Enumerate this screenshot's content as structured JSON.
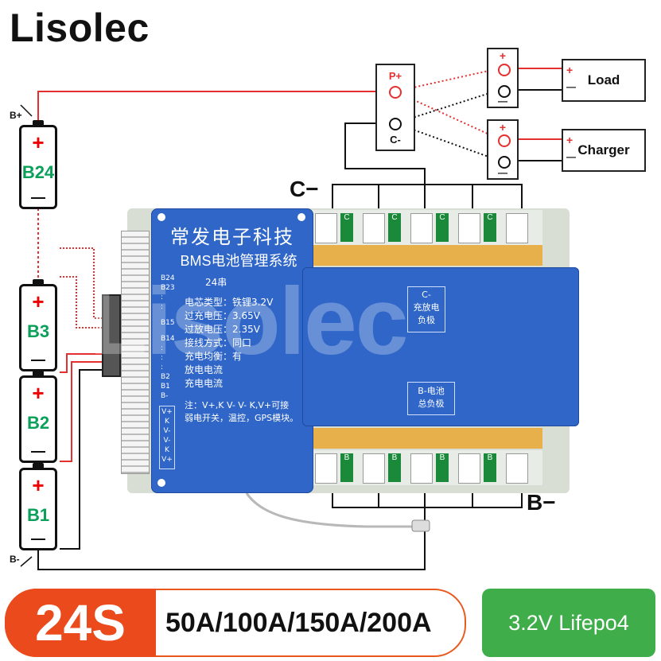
{
  "brand": "Lisolec",
  "cells": {
    "b24": "B24",
    "b3": "B3",
    "b2": "B2",
    "b1": "B1",
    "plus_symbol": "+"
  },
  "pack_labels": {
    "b_plus": "B+",
    "b_minus": "B-"
  },
  "terminals": {
    "p_plus": "P+",
    "c_minus": "C-",
    "plus": "+",
    "minus": "—",
    "load": "Load",
    "charger": "Charger"
  },
  "bus_labels": {
    "c_minus": "C−",
    "b_minus": "B−"
  },
  "board": {
    "company": "常发电子科技",
    "subtitle": "BMS电池管理系统",
    "series": "24串",
    "specs": [
      "电芯类型：铁锂3.2V",
      "过充电压：3.65V",
      "过放电压：2.35V",
      "接线方式：同口",
      "充电均衡：有",
      "放电电流",
      "充电电流"
    ],
    "note_1": "注：V+,K V- V- K,V+可接",
    "note_2": "弱电开关，温控，GPS模块。",
    "pin_labels_top": [
      "B24",
      "B23",
      ":",
      ":",
      "B15"
    ],
    "pin_labels_mid": [
      "B14",
      ":",
      ":",
      ":",
      "B2",
      "B1",
      "B-"
    ],
    "pin_labels_ctrl": [
      "V+",
      "K",
      "V-",
      "V-",
      "K",
      "V+"
    ],
    "c_minus_note": [
      "C-",
      "充放电",
      "负极"
    ],
    "b_minus_note": [
      "B-电池",
      "总负极"
    ],
    "pad_c": "C",
    "pad_b": "B"
  },
  "watermark": "Lisolec",
  "footer": {
    "series": "24S",
    "currents": "50A/100A/150A/200A",
    "chemistry": "3.2V Lifepo4"
  },
  "colors": {
    "board_blue": "#2f66c8",
    "wire_red": "#e53030",
    "badge_orange": "#ea4a1c",
    "badge_green": "#3fae4a",
    "cell_green": "#0aa05a"
  }
}
